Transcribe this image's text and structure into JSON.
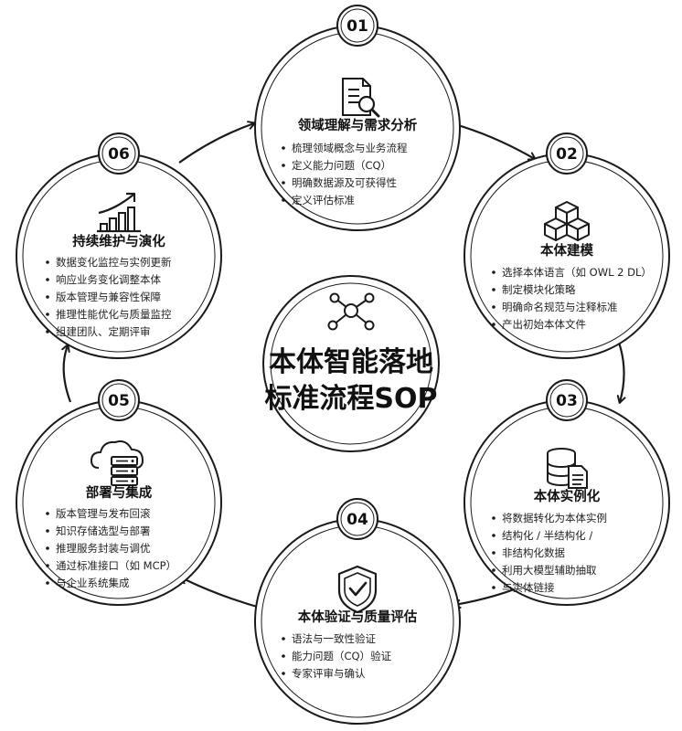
{
  "center": {
    "title_lines": [
      "本体智能落地",
      "标准流程SOP"
    ],
    "icon": "network-nodes-icon"
  },
  "steps": [
    {
      "number": "01",
      "title": "领域理解与需求分析",
      "icon": "document-search-icon",
      "bullets": [
        "梳理领域概念与业务流程",
        "定义能力问题（CQ）",
        "明确数据源及可获得性",
        "定义评估标准"
      ]
    },
    {
      "number": "02",
      "title": "本体建模",
      "icon": "cubes-icon",
      "bullets": [
        "选择本体语言（如 OWL 2 DL）",
        "制定模块化策略",
        "明确命名规范与注释标准",
        "产出初始本体文件"
      ]
    },
    {
      "number": "03",
      "title": "本体实例化",
      "icon": "database-document-icon",
      "bullets": [
        "将数据转化为本体实例",
        "结构化 / 半结构化 /",
        "非结构化数据",
        "利用大模型辅助抽取",
        "与实体链接"
      ]
    },
    {
      "number": "04",
      "title": "本体验证与质量评估",
      "icon": "shield-check-icon",
      "bullets": [
        "语法与一致性验证",
        "能力问题（CQ）验证",
        "专家评审与确认"
      ]
    },
    {
      "number": "05",
      "title": "部署与集成",
      "icon": "cloud-server-icon",
      "bullets": [
        "版本管理与发布回滚",
        "知识存储选型与部署",
        "推理服务封装与调优",
        "通过标准接口（如 MCP）",
        "与企业系统集成"
      ]
    },
    {
      "number": "06",
      "title": "持续维护与演化",
      "icon": "growth-chart-icon",
      "bullets": [
        "数据变化监控与实例更新",
        "响应业务变化调整本体",
        "版本管理与兼容性保障",
        "推理性能优化与质量监控",
        "组建团队、定期评审"
      ]
    }
  ],
  "colors": {
    "stroke": "#1a1a1a",
    "text": "#111111",
    "background": "#ffffff"
  }
}
